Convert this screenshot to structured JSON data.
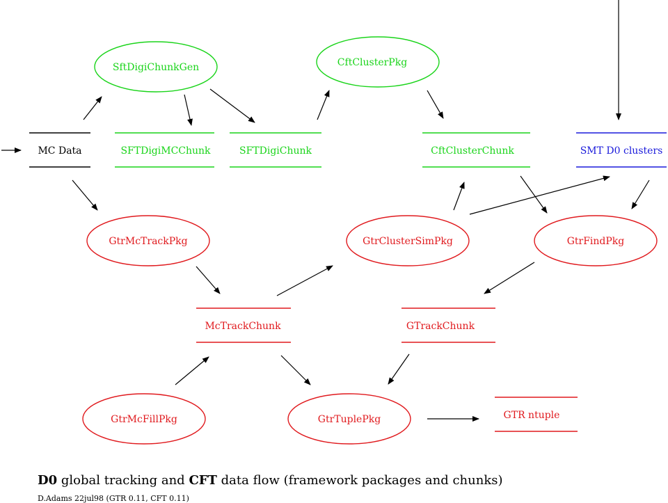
{
  "colors": {
    "package_green": "#19d419",
    "package_red": "#e0191d",
    "chunk_black": "#000000",
    "chunk_blue": "#1a1adb",
    "arrow": "#000000"
  },
  "nodes": {
    "sft_digi_chunk_gen": "SftDigiChunkGen",
    "cft_cluster_pkg": "CftClusterPkg",
    "mc_data": "MC Data",
    "sft_digi_mc_chunk": "SFTDigiMCChunk",
    "sft_digi_chunk": "SFTDigiChunk",
    "cft_cluster_chunk": "CftClusterChunk",
    "smt_d0_clusters": "SMT D0 clusters",
    "gtr_mc_track_pkg": "GtrMcTrackPkg",
    "gtr_cluster_sim_pkg": "GtrClusterSimPkg",
    "gtr_find_pkg": "GtrFindPkg",
    "mc_track_chunk": "McTrackChunk",
    "gtrack_chunk": "GTrackChunk",
    "gtr_mc_fill_pkg": "GtrMcFillPkg",
    "gtr_tuple_pkg": "GtrTuplePkg",
    "gtr_ntuple": "GTR ntuple"
  },
  "caption": {
    "d0": "D0",
    "part1": " global tracking and ",
    "cft": "CFT",
    "part2": " data flow (framework packages and chunks)"
  },
  "credit": "D.Adams 22jul98 (GTR 0.11, CFT 0.11)"
}
